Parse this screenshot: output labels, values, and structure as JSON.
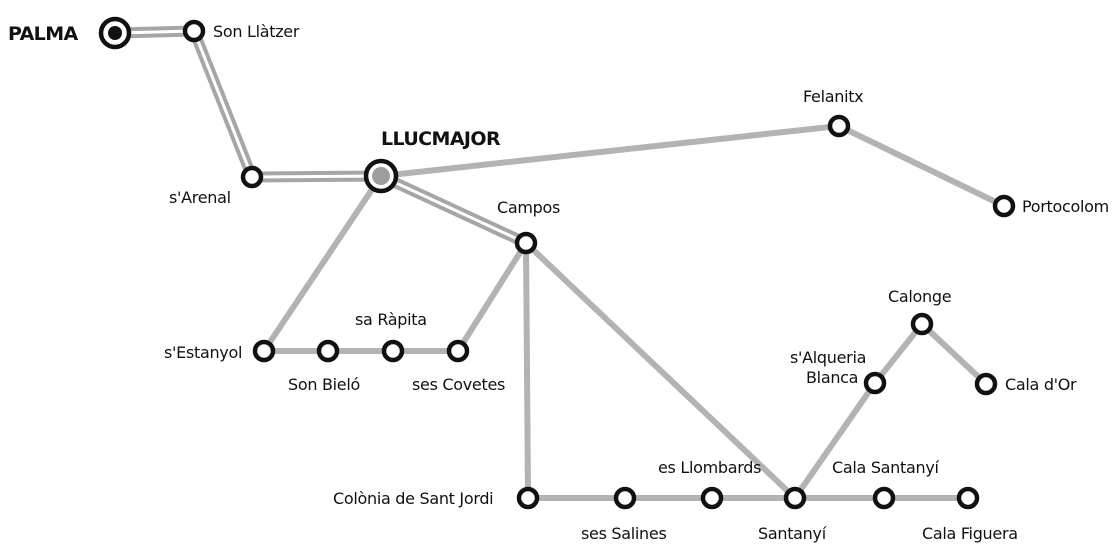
{
  "map": {
    "colors": {
      "route": "#b3b3b3",
      "double_route_outer": "#a6a6a6",
      "double_route_inner": "#ffffff",
      "stop_ring": "#111111",
      "stop_fill": "#ffffff",
      "major_ring": "#111111",
      "major_core_palma": "#111111",
      "major_core_llucmajor": "#9e9e9e",
      "label": "#111111"
    },
    "stations": {
      "palma": "PALMA",
      "son_llatzer": "Son Llàtzer",
      "sarenal": "s'Arenal",
      "llucmajor": "LLUCMAJOR",
      "felanitx": "Felanitx",
      "portocolom": "Portocolom",
      "campos": "Campos",
      "sestanyol": "s'Estanyol",
      "son_bielo": "Son Bieló",
      "sa_rapita": "sa Ràpita",
      "ses_covetes": "ses Covetes",
      "colonia_sant_jordi": "Colònia de Sant Jordi",
      "ses_salines": "ses Salines",
      "es_llombards": "es Llombards",
      "santanyi": "Santanyí",
      "cala_santanyi": "Cala Santanyí",
      "cala_figuera": "Cala Figuera",
      "salqueria_blanca_1": "s'Alqueria",
      "salqueria_blanca_2": "Blanca",
      "calonge": "Calonge",
      "cala_dor": "Cala d'Or"
    }
  }
}
